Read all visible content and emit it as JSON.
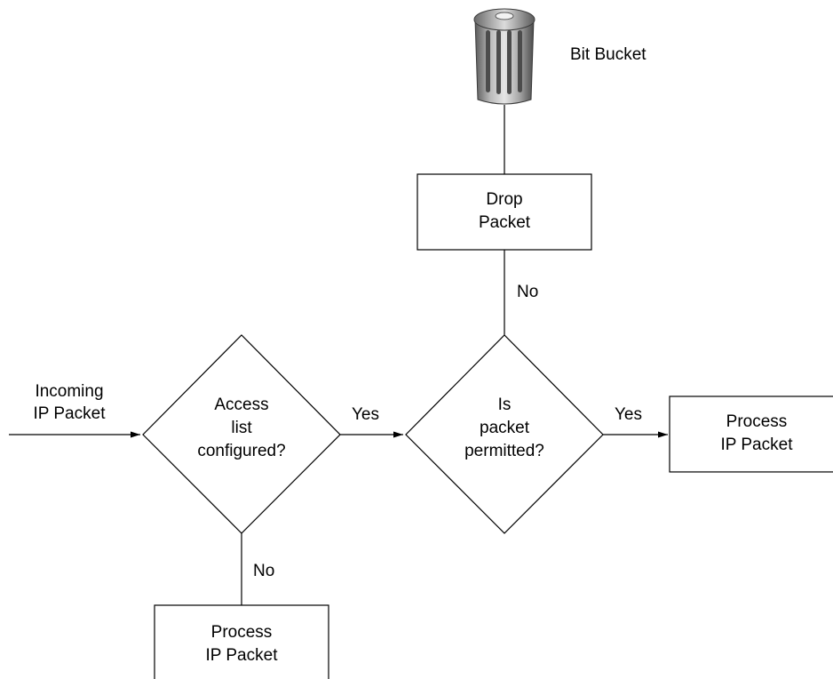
{
  "labels": {
    "incoming": [
      "Incoming",
      "IP Packet"
    ],
    "access_list": [
      "Access",
      "list",
      "configured?"
    ],
    "is_permitted": [
      "Is",
      "packet",
      "permitted?"
    ],
    "process_right": [
      "Process",
      "IP Packet"
    ],
    "process_bottom": [
      "Process",
      "IP Packet"
    ],
    "drop_packet": [
      "Drop",
      "Packet"
    ],
    "bit_bucket": "Bit Bucket",
    "yes_1": "Yes",
    "yes_2": "Yes",
    "no_up": "No",
    "no_down": "No"
  }
}
